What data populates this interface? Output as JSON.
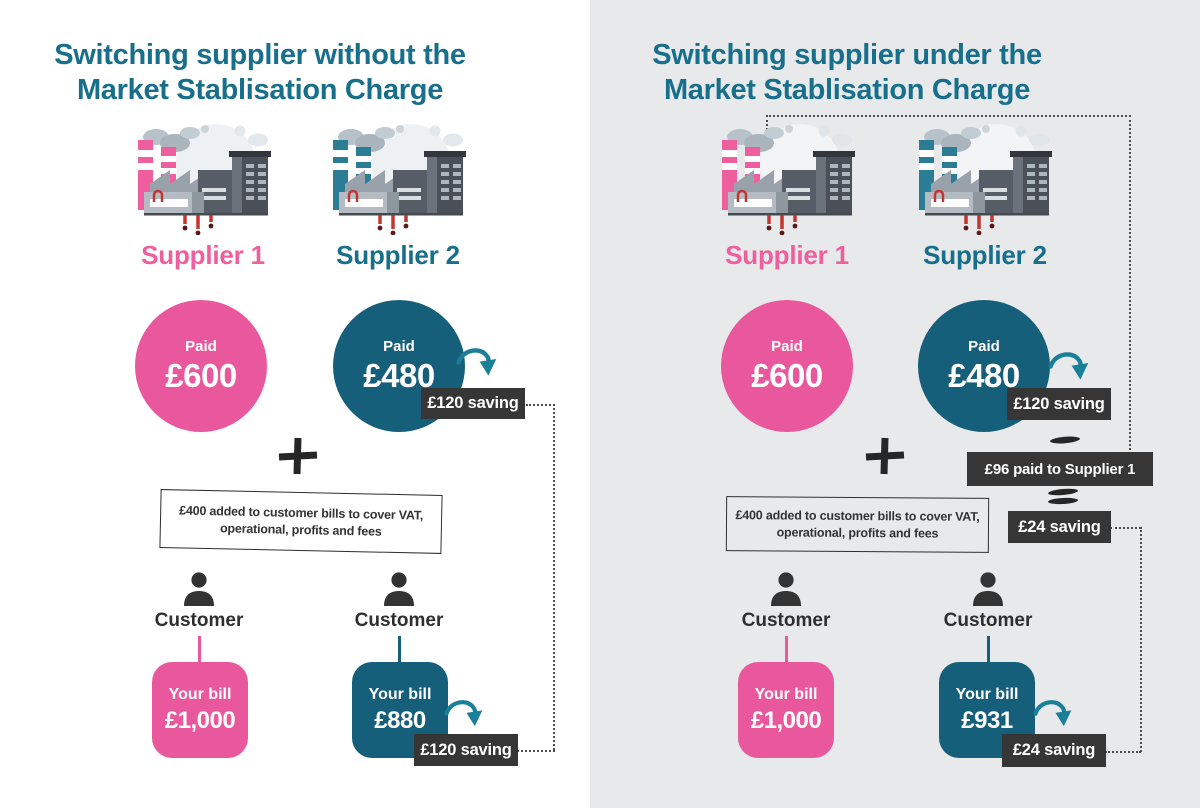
{
  "colors": {
    "teal_text": "#186f8c",
    "teal_fill": "#165f7a",
    "teal_chimney": "#2a7d94",
    "arrow_teal": "#1a7f99",
    "pink_fill": "#e9589c",
    "pink_text": "#ef5f9e",
    "badge_bg": "#363636",
    "badge_text": "#ffffff",
    "right_panel_bg": "#e8e9eb",
    "ink": "#2e2e2e"
  },
  "panels": {
    "left": {
      "title_line1": "Switching supplier without the",
      "title_line2": "Market Stablisation Charge",
      "supplier1": {
        "name": "Supplier 1",
        "paid_label": "Paid",
        "paid_value": "£600",
        "customer_label": "Customer",
        "bill_label": "Your bill",
        "bill_value": "£1,000"
      },
      "supplier2": {
        "name": "Supplier 2",
        "paid_label": "Paid",
        "paid_value": "£480",
        "paid_saving": "£120 saving",
        "customer_label": "Customer",
        "bill_label": "Your bill",
        "bill_value": "£880",
        "bill_saving": "£120 saving"
      },
      "note_line1": "£400 added to customer bills to cover VAT,",
      "note_line2": "operational, profits and fees"
    },
    "right": {
      "title_line1": "Switching supplier under the",
      "title_line2": "Market Stablisation Charge",
      "supplier1": {
        "name": "Supplier 1",
        "paid_label": "Paid",
        "paid_value": "£600",
        "customer_label": "Customer",
        "bill_label": "Your bill",
        "bill_value": "£1,000"
      },
      "supplier2": {
        "name": "Supplier 2",
        "paid_label": "Paid",
        "paid_value": "£480",
        "paid_saving": "£120 saving",
        "deduction": "£96 paid to Supplier 1",
        "net_saving": "£24 saving",
        "customer_label": "Customer",
        "bill_label": "Your bill",
        "bill_value": "£931",
        "bill_saving": "£24 saving"
      },
      "note_line1": "£400 added to customer bills to cover VAT,",
      "note_line2": "operational, profits and fees"
    }
  }
}
